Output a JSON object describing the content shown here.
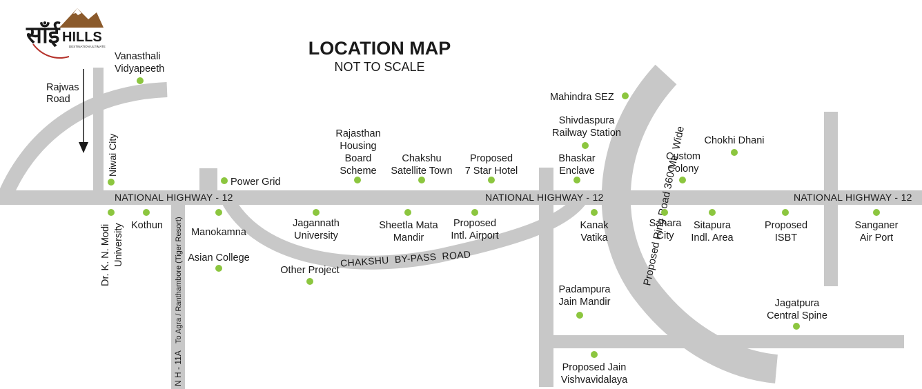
{
  "map": {
    "title": "LOCATION MAP",
    "subtitle": "NOT TO SCALE"
  },
  "logo": {
    "brand_script": "साँई",
    "brand_word": "HILLS",
    "tagline": "DESTINATION ULTIMATE"
  },
  "roads": {
    "nh12_left": "NATIONAL HIGHWAY - 12",
    "nh12_mid": "NATIONAL HIGHWAY - 12",
    "nh12_right": "NATIONAL HIGHWAY - 12",
    "chakshu_bypass": "CHAKSHU  BY-PASS  ROAD",
    "ring_road": "Proposed Ring Road 360 Mtr. Wide",
    "nh11a": "N H - 11A",
    "nh11a_to": "To Agra / Ranthambore (Tiger Resort)",
    "niwai": "Niwai City",
    "rajwas_l1": "Rajwas",
    "rajwas_l2": "Road"
  },
  "places": {
    "vanasthali_l1": "Vanasthali",
    "vanasthali_l2": "Vidyapeeth",
    "power_grid": "Power Grid",
    "rhb_l1": "Rajasthan",
    "rhb_l2": "Housing",
    "rhb_l3": "Board",
    "rhb_l4": "Scheme",
    "chakshu_st_l1": "Chakshu",
    "chakshu_st_l2": "Satellite Town",
    "hotel_l1": "Proposed",
    "hotel_l2": "7 Star Hotel",
    "mahindra": "Mahindra SEZ",
    "shivdaspura_l1": "Shivdaspura",
    "shivdaspura_l2": "Railway Station",
    "bhaskar_l1": "Bhaskar",
    "bhaskar_l2": "Enclave",
    "custom_l1": "Custom",
    "custom_l2": "Colony",
    "chokhi": "Chokhi Dhani",
    "dkn_l1": "Dr. K. N. Modi",
    "dkn_l2": "University",
    "kothun": "Kothun",
    "manokamna": "Manokamna",
    "asian": "Asian College",
    "jagannath_l1": "Jagannath",
    "jagannath_l2": "University",
    "other": "Other Project",
    "sheetla_l1": "Sheetla Mata",
    "sheetla_l2": "Mandir",
    "airport_l1": "Proposed",
    "airport_l2": "Intl. Airport",
    "kanak_l1": "Kanak",
    "kanak_l2": "Vatika",
    "sahara_l1": "Sahara",
    "sahara_l2": "City",
    "sitapura_l1": "Sitapura",
    "sitapura_l2": "Indl. Area",
    "isbt_l1": "Proposed",
    "isbt_l2": "ISBT",
    "sanganer_l1": "Sanganer",
    "sanganer_l2": "Air Port",
    "padampura_l1": "Padampura",
    "padampura_l2": "Jain Mandir",
    "jagatpura_l1": "Jagatpura",
    "jagatpura_l2": "Central Spine",
    "jain_univ_l1": "Proposed Jain",
    "jain_univ_l2": "Vishvavidalaya"
  },
  "colors": {
    "road": "#c8c8c8",
    "marker": "#8cc63f",
    "logo_red": "#b5322b",
    "logo_green": "#2e7d32",
    "logo_brown": "#8b5a2b"
  }
}
